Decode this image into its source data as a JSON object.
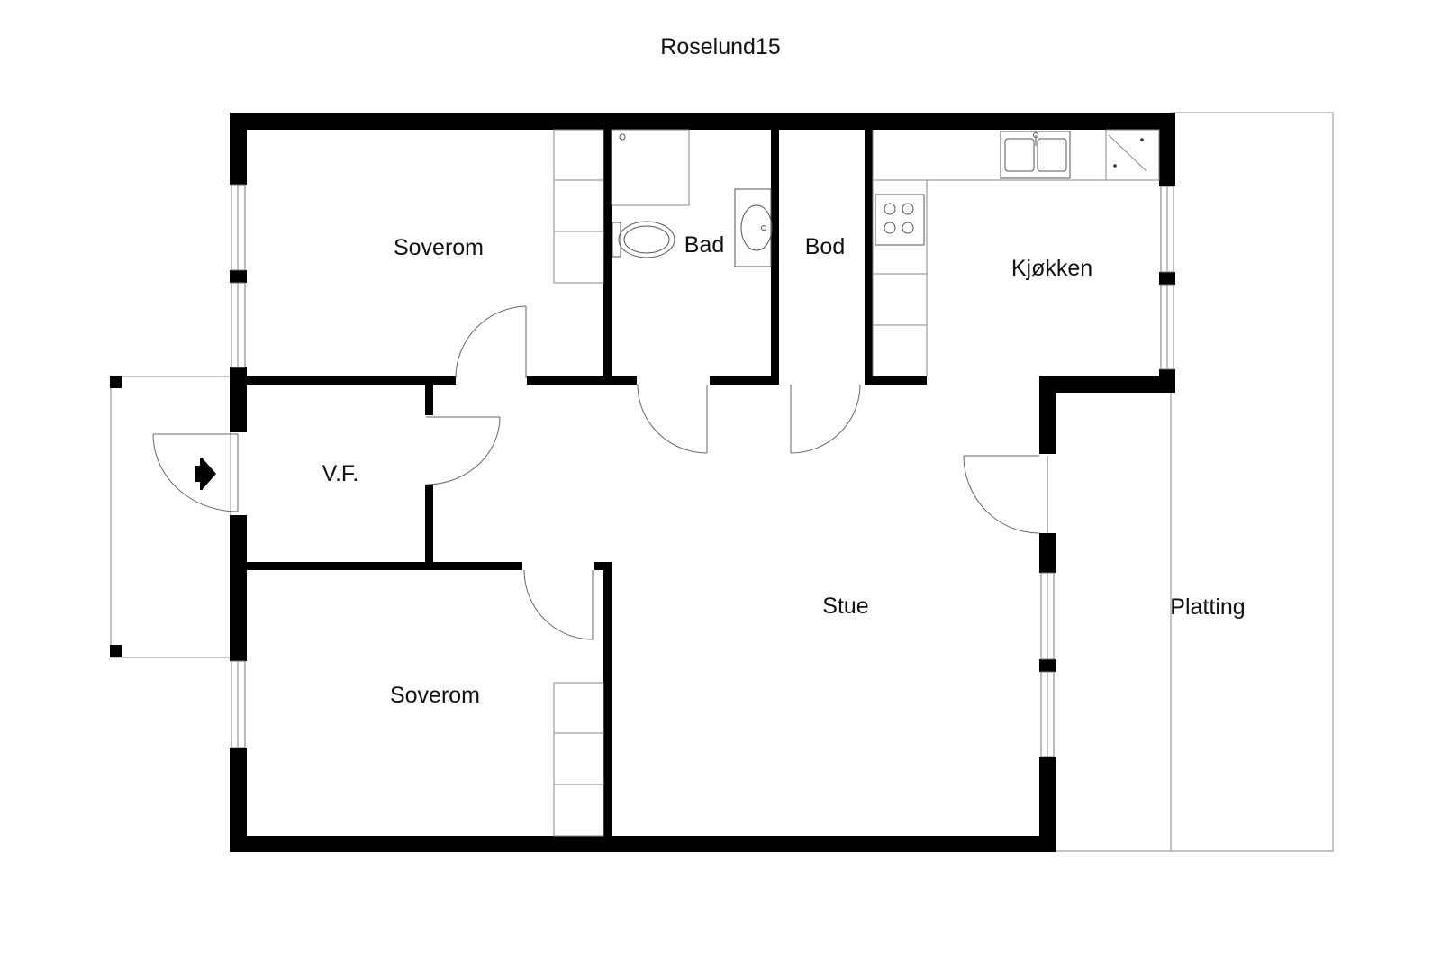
{
  "title": "Roselund15",
  "rooms": {
    "soverom_top": "Soverom",
    "bad": "Bad",
    "bod": "Bod",
    "kjokken": "Kjøkken",
    "vf": "V.F.",
    "stue": "Stue",
    "soverom_bottom": "Soverom",
    "platting": "Platting"
  },
  "icons": {
    "entry": "entry-arrow-icon",
    "toilet": "toilet-icon",
    "sink": "sink-icon",
    "stove": "stove-icon",
    "kitchen_sink": "kitchen-sink-icon"
  }
}
